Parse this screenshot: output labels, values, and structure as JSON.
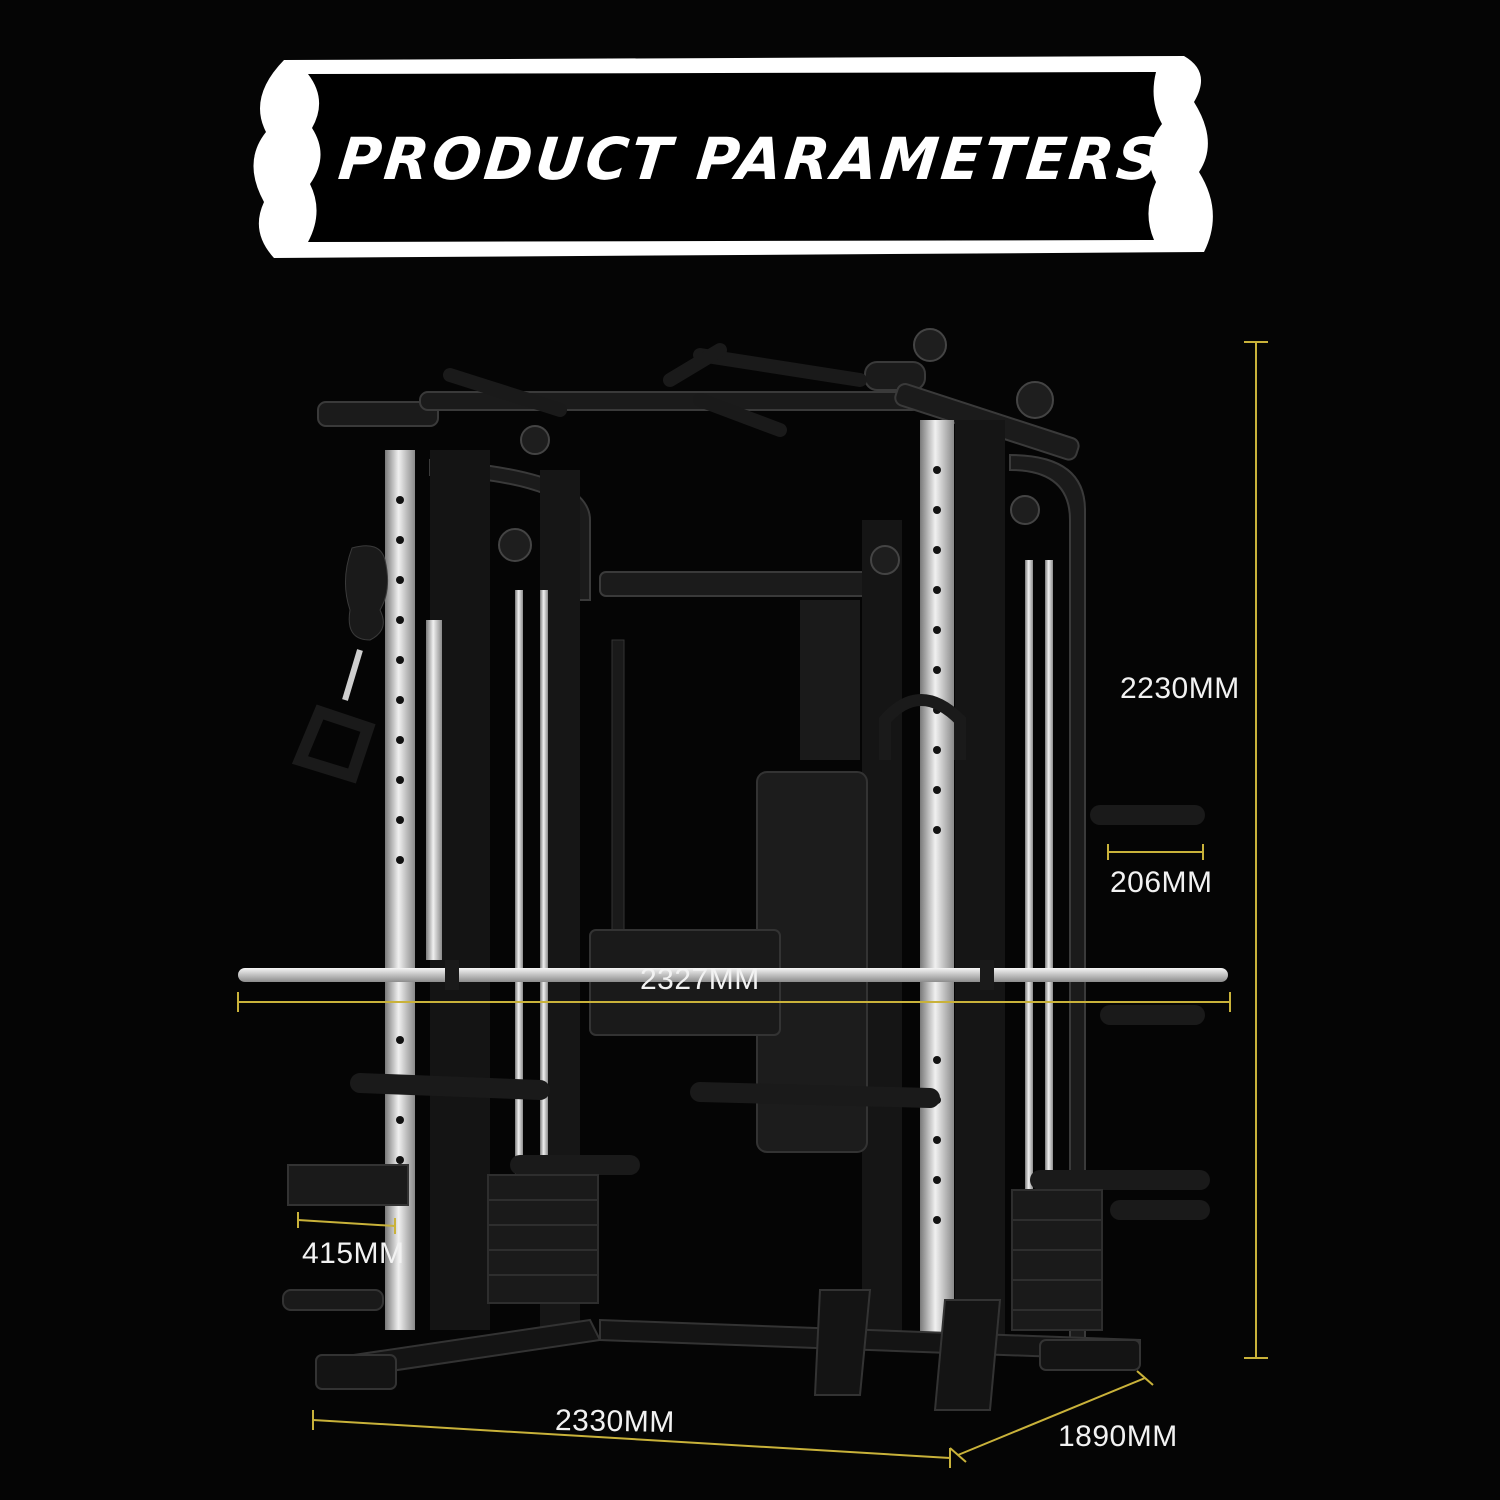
{
  "banner": {
    "title": "PRODUCT PARAMETERS"
  },
  "dimensions": {
    "height": "2230MM",
    "plate_post": "206MM",
    "bar_length": "2327MM",
    "hook_depth": "415MM",
    "width": "2330MM",
    "depth": "1890MM"
  },
  "colors": {
    "background": "#050505",
    "banner_fill": "#ffffff",
    "banner_inner": "#000000",
    "dimension_line": "#c9b23a",
    "label_text": "#f2f2f2",
    "frame": "#1c1c1c",
    "steel": "#c8c8c8"
  }
}
